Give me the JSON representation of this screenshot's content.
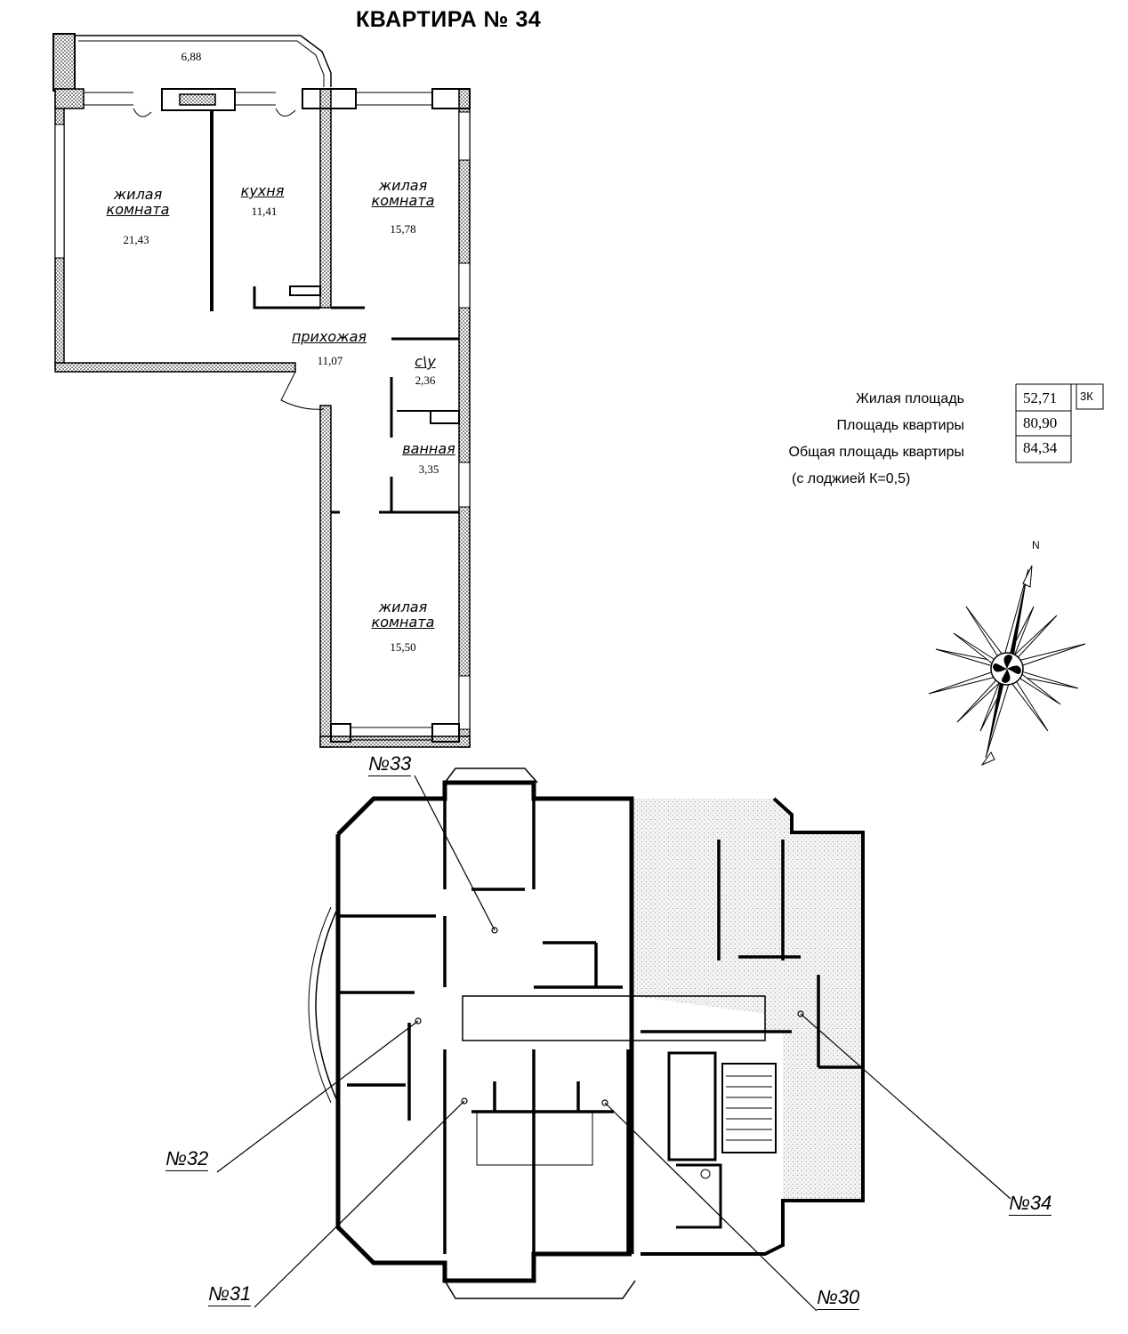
{
  "title": "КВАРТИРА № 34",
  "rooms": [
    {
      "name": "жилая комната",
      "name_line1": "жилая",
      "name_line2": "комната",
      "area": "21,43"
    },
    {
      "name": "кухня",
      "area": "11,41"
    },
    {
      "name": "жилая комната",
      "name_line1": "жилая",
      "name_line2": "комната",
      "area": "15,78"
    },
    {
      "name": "прихожая",
      "area": "11,07"
    },
    {
      "name": "с\\у",
      "area": "2,36"
    },
    {
      "name": "ванная",
      "area": "3,35"
    },
    {
      "name": "жилая комната",
      "name_line1": "жилая",
      "name_line2": "комната",
      "area": "15,50"
    }
  ],
  "loggia_area": "6,88",
  "summary": {
    "rows": [
      {
        "label": "Жилая площадь",
        "value": "52,71"
      },
      {
        "label": "Площадь квартиры",
        "value": "80,90"
      },
      {
        "label": "Общая площадь квартиры",
        "value": "84,34"
      }
    ],
    "note": "(с лоджией К=0,5)",
    "rooms_code": "3К"
  },
  "compass": {
    "north_label": "N"
  },
  "floor_plan": {
    "apartments": [
      {
        "label": "№33"
      },
      {
        "label": "№32"
      },
      {
        "label": "№31"
      },
      {
        "label": "№30"
      },
      {
        "label": "№34"
      }
    ]
  }
}
